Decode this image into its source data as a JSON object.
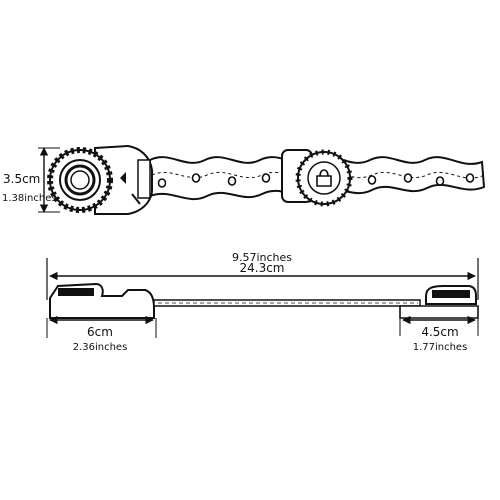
{
  "diagram": {
    "height_dimension": {
      "metric": "3.5cm",
      "imperial": "1.38inches"
    },
    "total_length": {
      "imperial": "9.57inches",
      "metric": "24.3cm"
    },
    "left_part_length": {
      "metric": "6cm",
      "imperial": "2.36inches"
    },
    "right_part_length": {
      "metric": "4.5cm",
      "imperial": "1.77inches"
    }
  },
  "colors": {
    "ink": "#111111",
    "paper": "#ffffff"
  }
}
